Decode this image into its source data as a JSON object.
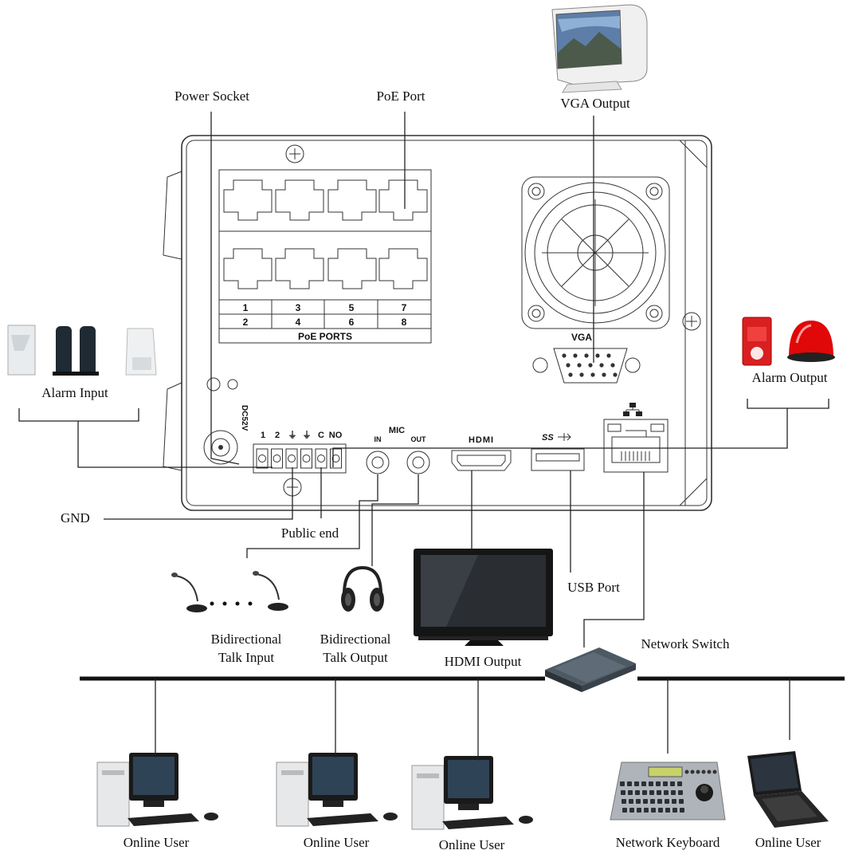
{
  "labels": {
    "power_socket": "Power Socket",
    "poe_port": "PoE Port",
    "vga_output": "VGA Output",
    "alarm_input": "Alarm Input",
    "alarm_output": "Alarm Output",
    "gnd": "GND",
    "public_end": "Public end",
    "usb_port": "USB Port",
    "network_switch": "Network Switch",
    "hdmi_output": "HDMI Output",
    "talk_input_1": "Bidirectional",
    "talk_input_2": "Talk Input",
    "talk_output_1": "Bidirectional",
    "talk_output_2": "Talk Output",
    "online_user_1": "Online User",
    "online_user_2": "Online User",
    "online_user_3": "Online User",
    "network_keyboard": "Network Keyboard",
    "online_user_4": "Online User"
  },
  "panel": {
    "poe_numbers": [
      "1",
      "3",
      "5",
      "7",
      "2",
      "4",
      "6",
      "8"
    ],
    "poe_ports_label": "PoE PORTS",
    "vga_label": "VGA",
    "dc_label": "DC52V",
    "terminal_labels": [
      "1",
      "2",
      "⏚",
      "⏚",
      "C",
      "NO"
    ],
    "mic_label": "MIC",
    "mic_in": "IN",
    "mic_out": "OUT",
    "hdmi_label": "HDMI",
    "usb_label": "SS"
  }
}
